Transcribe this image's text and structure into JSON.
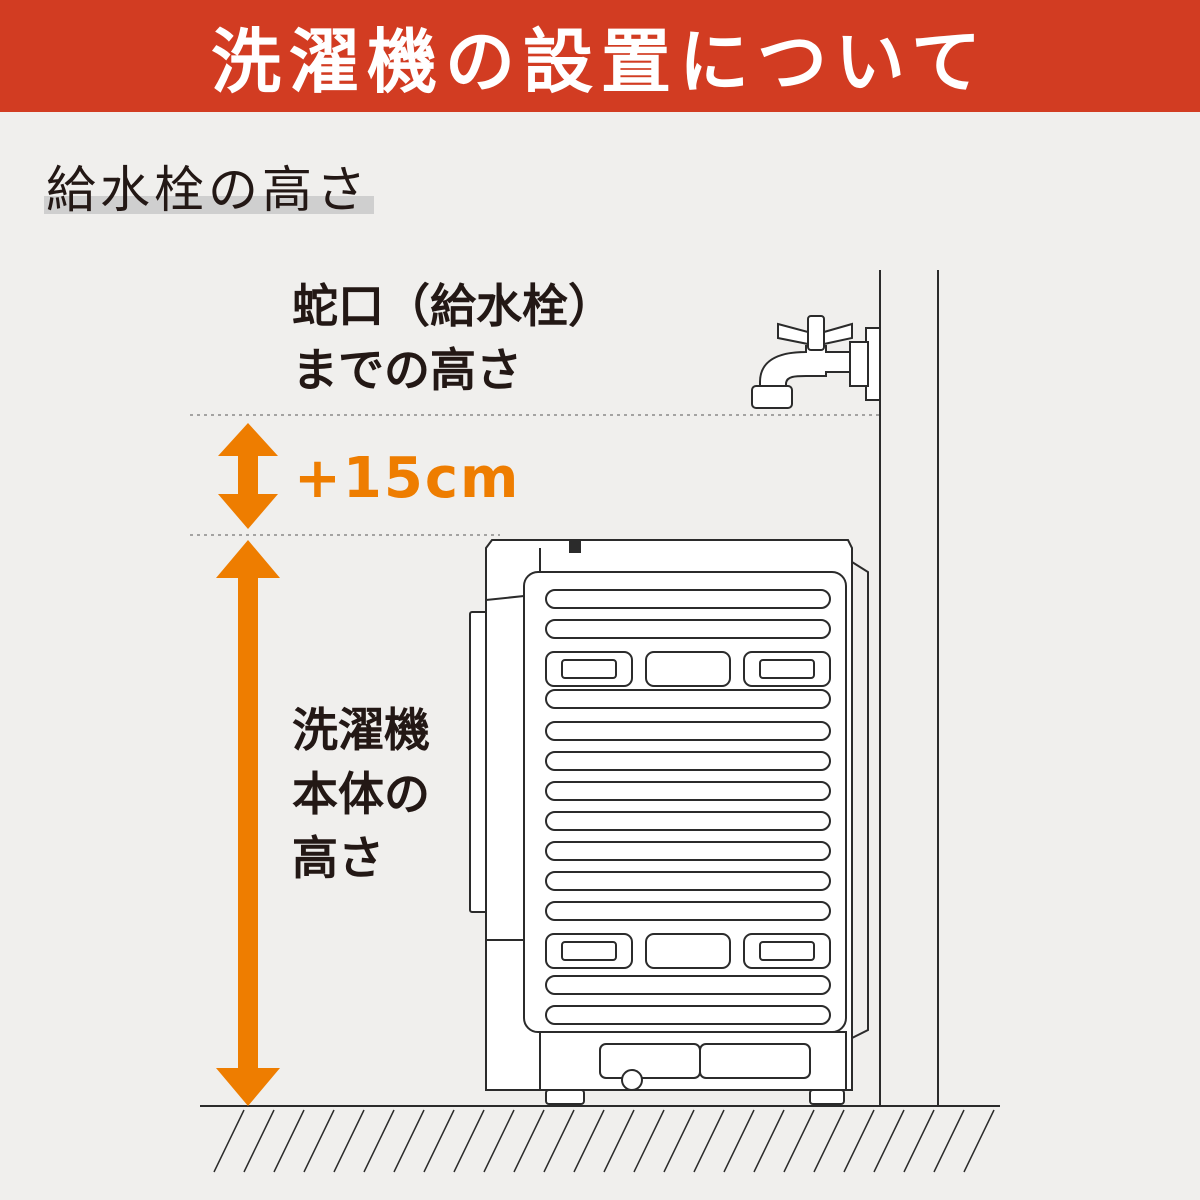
{
  "banner": {
    "title": "洗濯機の設置について"
  },
  "section": {
    "heading": "給水栓の高さ"
  },
  "labels": {
    "faucet_line1": "蛇口（給水栓）",
    "faucet_line2": "までの高さ",
    "body_line1": "洗濯機",
    "body_line2": "本体の",
    "body_line3": "高さ"
  },
  "dimension": {
    "extra_height": "+15cm"
  },
  "colors": {
    "banner": "#d23c22",
    "accent": "#ee7d00",
    "line": "#2b2b2b",
    "background": "#f0efed"
  },
  "icons": [
    "faucet-icon",
    "washing-machine-icon",
    "double-arrow-icon"
  ]
}
